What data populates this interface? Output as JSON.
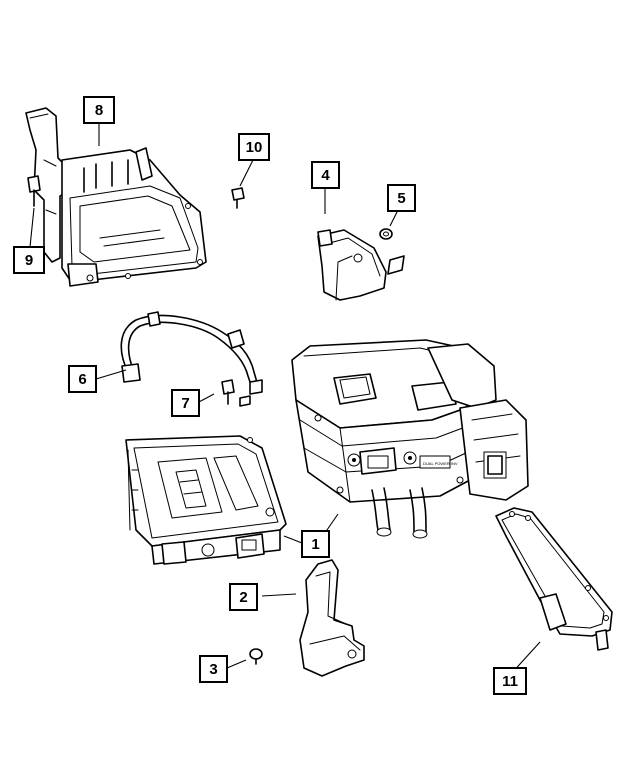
{
  "callouts": [
    {
      "id": "1",
      "label": "1"
    },
    {
      "id": "2",
      "label": "2"
    },
    {
      "id": "3",
      "label": "3"
    },
    {
      "id": "4",
      "label": "4"
    },
    {
      "id": "5",
      "label": "5"
    },
    {
      "id": "6",
      "label": "6"
    },
    {
      "id": "7",
      "label": "7"
    },
    {
      "id": "8",
      "label": "8"
    },
    {
      "id": "9",
      "label": "9"
    },
    {
      "id": "10",
      "label": "10"
    },
    {
      "id": "11",
      "label": "11"
    }
  ],
  "unit_label": {
    "text": "DUAL POWER INV"
  }
}
